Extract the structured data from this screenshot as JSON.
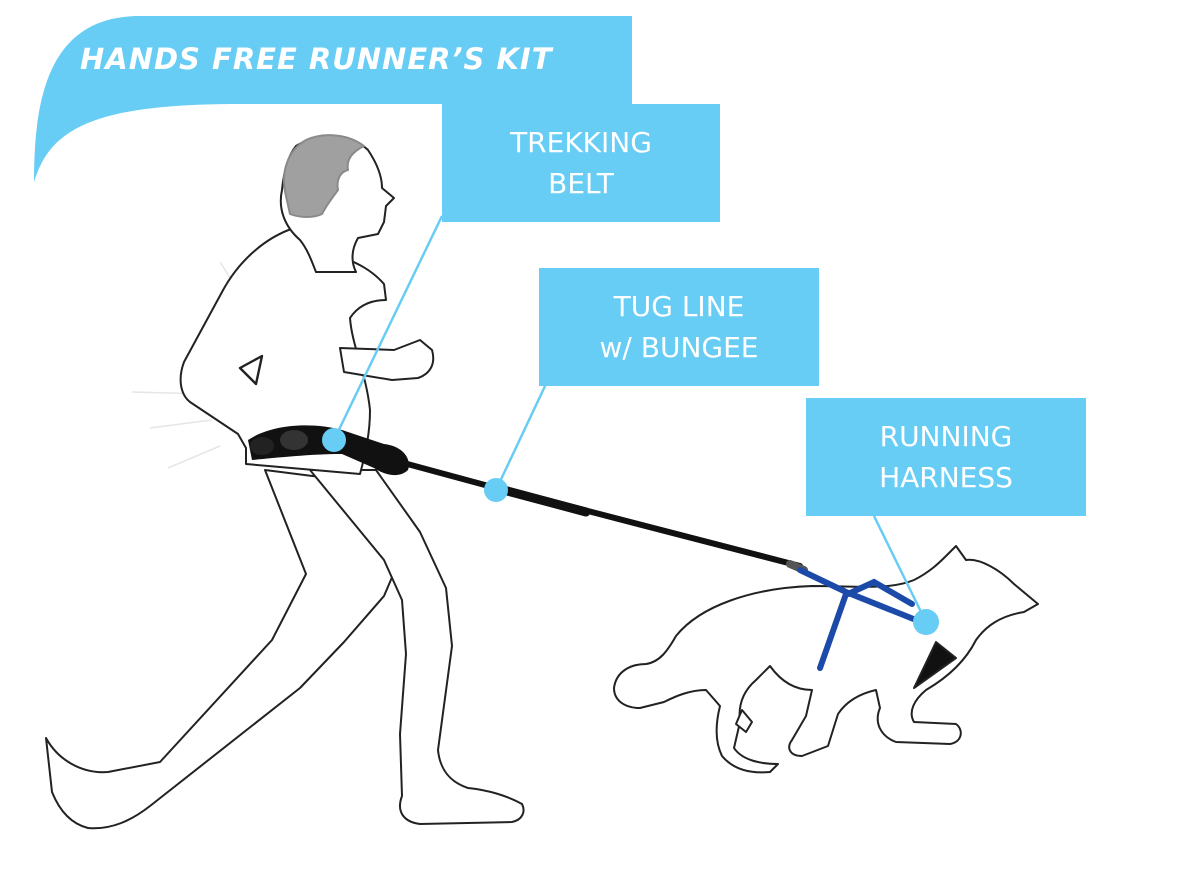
{
  "title": "HANDS FREE RUNNER’S KIT",
  "colors": {
    "accent": "#68cdf5",
    "leash": "#111111",
    "harness": "#1c4aa8",
    "outline": "#222222",
    "hair": "#a0a0a0"
  },
  "labels": [
    {
      "key": "trekking-belt",
      "lines": [
        "TREKKING",
        "BELT"
      ]
    },
    {
      "key": "tug-line",
      "lines": [
        "TUG LINE",
        "w/ BUNGEE"
      ]
    },
    {
      "key": "running-harness",
      "lines": [
        "RUNNING",
        "HARNESS"
      ]
    }
  ]
}
